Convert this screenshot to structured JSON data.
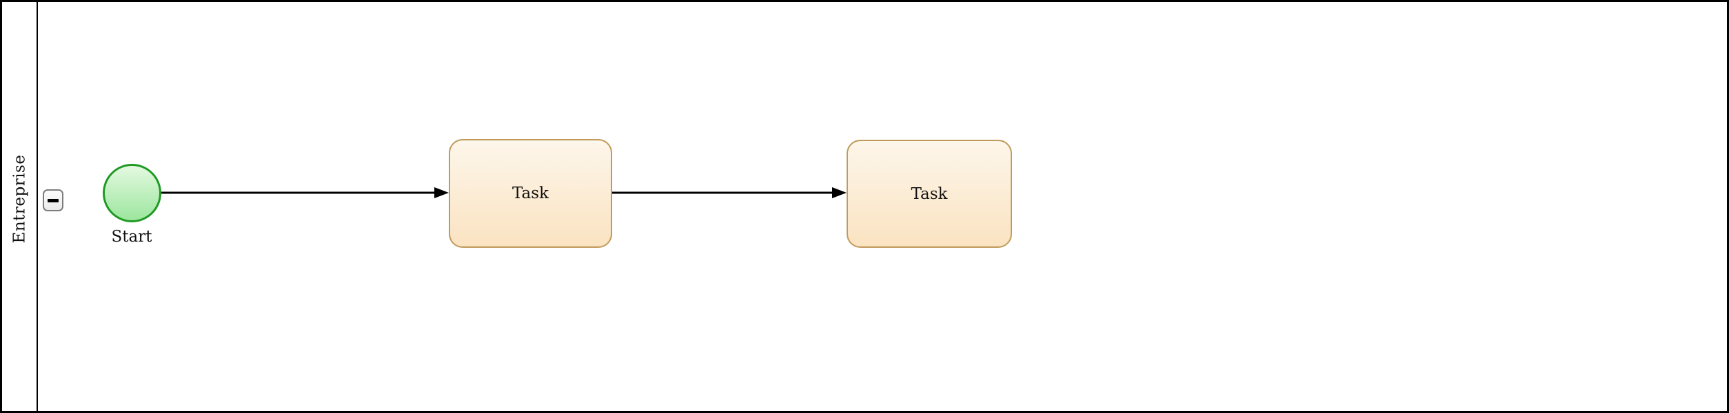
{
  "diagram": {
    "kind": "bpmn-process",
    "pool": {
      "label": "Entreprise",
      "collapse_icon": "minus-icon"
    },
    "nodes": {
      "start_event": {
        "type": "start-event",
        "label": "Start"
      },
      "task_1": {
        "type": "task",
        "label": "Task"
      },
      "task_2": {
        "type": "task",
        "label": "Task"
      }
    },
    "connectors": [
      {
        "from": "start_event",
        "to": "task_1",
        "style": "solid-arrow"
      },
      {
        "from": "task_1",
        "to": "task_2",
        "style": "solid-arrow"
      }
    ],
    "colors": {
      "pool_border": "#000000",
      "start_stroke": "#1f9a24",
      "start_fill_top": "#e4f9e0",
      "start_fill_bottom": "#9ce69e",
      "task_stroke": "#c09a5b",
      "task_fill_top": "#fdf6ea",
      "task_fill_bottom": "#fae3c1",
      "connector": "#000000",
      "collapse_button_border": "#7d7d7d"
    }
  }
}
